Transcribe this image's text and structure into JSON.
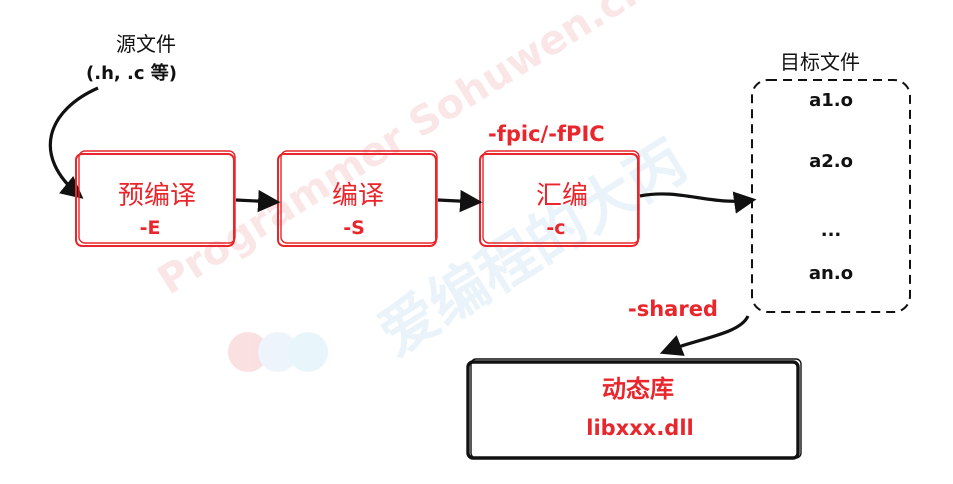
{
  "source": {
    "title": "源文件",
    "subtitle": "(.h,  .c 等)"
  },
  "stages": [
    {
      "name": "预编译",
      "flag": "-E"
    },
    {
      "name": "编译",
      "flag": "-S"
    },
    {
      "name": "汇编",
      "flag": "-c"
    }
  ],
  "fpic_label": "-fpic/-fPIC",
  "objects": {
    "title": "目标文件",
    "items": [
      "a1.o",
      "a2.o",
      "...",
      "an.o"
    ]
  },
  "shared_flag": "-shared",
  "library": {
    "title": "动态库",
    "name": "libxxx.dll"
  },
  "watermark": {
    "text": "Programmer Sohuwen.cn",
    "cn_text": "爱编程的大丙"
  },
  "colors": {
    "red": "#e8262b",
    "black": "#111111",
    "watermark": "#f4c9cc"
  }
}
